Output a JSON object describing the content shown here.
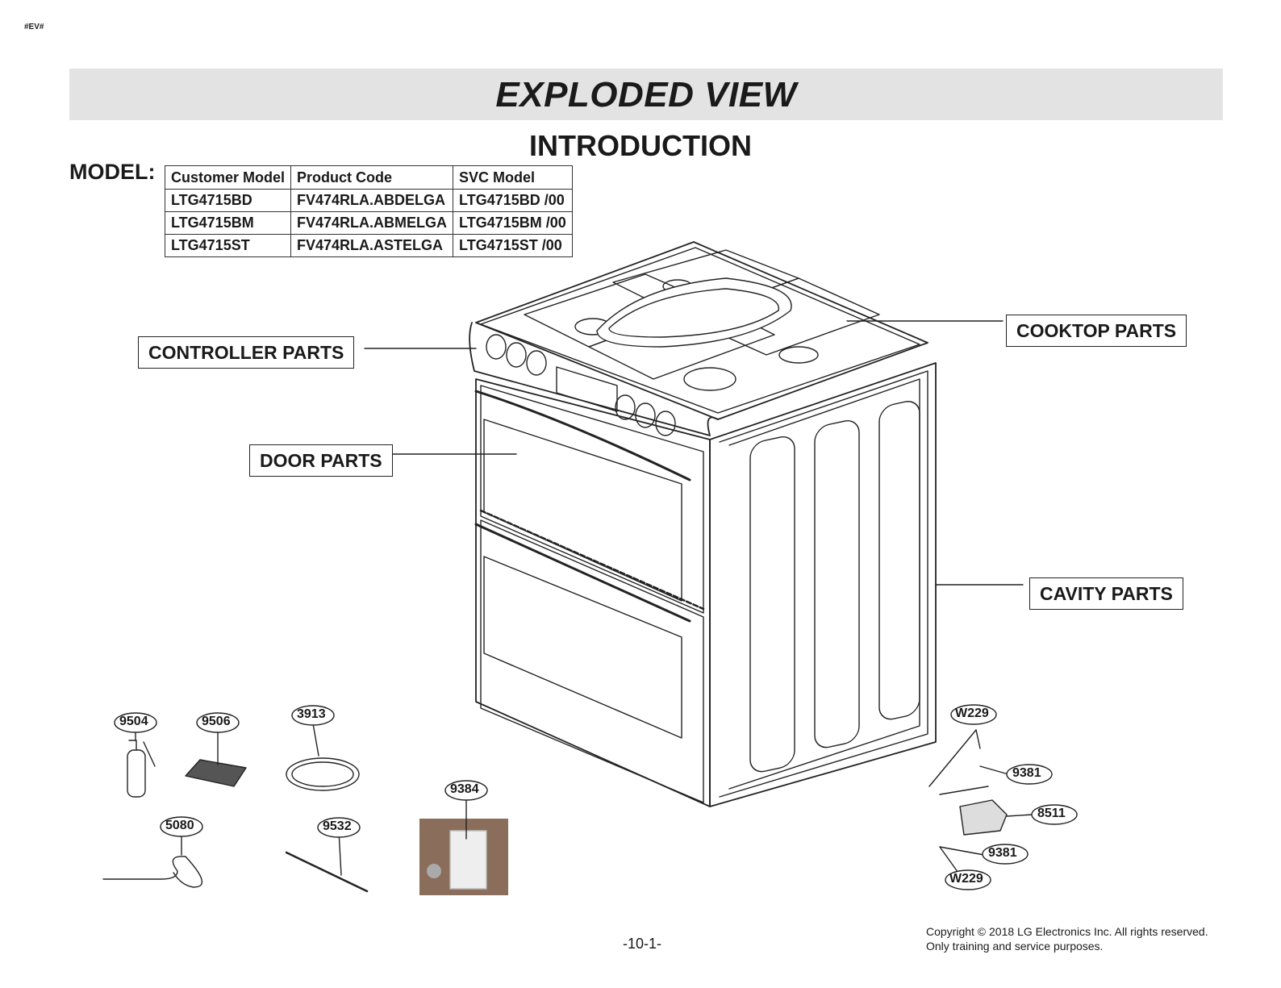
{
  "header_tag": "#EV#",
  "title": "EXPLODED VIEW",
  "subtitle": "INTRODUCTION",
  "model_label": "MODEL:",
  "model_table": {
    "headers": [
      "Customer Model",
      "Product Code",
      "SVC Model"
    ],
    "rows": [
      [
        "LTG4715BD",
        "FV474RLA.ABDELGA",
        "LTG4715BD /00"
      ],
      [
        "LTG4715BM",
        "FV474RLA.ABMELGA",
        "LTG4715BM /00"
      ],
      [
        "LTG4715ST",
        "FV474RLA.ASTELGA",
        "LTG4715ST /00"
      ]
    ]
  },
  "section_labels": {
    "controller": "CONTROLLER  PARTS",
    "cooktop": "COOKTOP PARTS",
    "door": "DOOR PARTS",
    "cavity": "CAVITY PARTS"
  },
  "part_callouts": {
    "p9504": "9504",
    "p9506": "9506",
    "p3913": "3913",
    "p5080": "5080",
    "p9532": "9532",
    "p9384": "9384",
    "w229_top": "W229",
    "p9381_top": "9381",
    "p8511": "8511",
    "p9381_bottom": "9381",
    "w229_bottom": "W229"
  },
  "page_number": "-10-1-",
  "copyright_line1": "Copyright © 2018 LG Electronics Inc. All rights reserved.",
  "copyright_line2": "Only training and service purposes.",
  "colors": {
    "title_bar": "#e3e3e3",
    "line": "#222222"
  }
}
